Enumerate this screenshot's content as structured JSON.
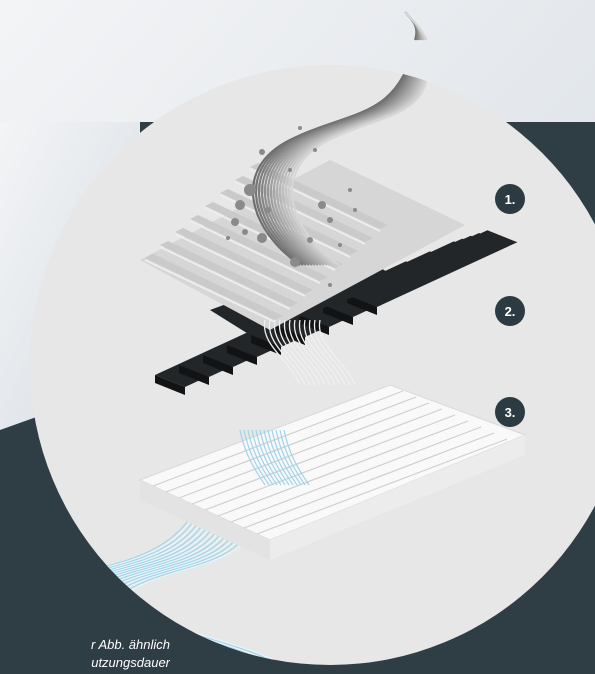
{
  "colors": {
    "panel": "#2f3e45",
    "circle": "#e6e7e6",
    "badge": "#2c3b42",
    "badge_text": "#ffffff",
    "filter_top": "#d5d6d5",
    "filter_mid": "#232628",
    "filter_bottom": "#f7f7f7",
    "airflow": "#9fd3ea",
    "smoke": "#8a8a8a"
  },
  "layers": [
    {
      "number": "1.",
      "name": "grey-prefilter-layer"
    },
    {
      "number": "2.",
      "name": "black-activated-carbon-layer"
    },
    {
      "number": "3.",
      "name": "white-filter-layer"
    }
  ],
  "caption": {
    "line1": "r Abb. ähnlich",
    "line2": "utzungsdauer"
  }
}
